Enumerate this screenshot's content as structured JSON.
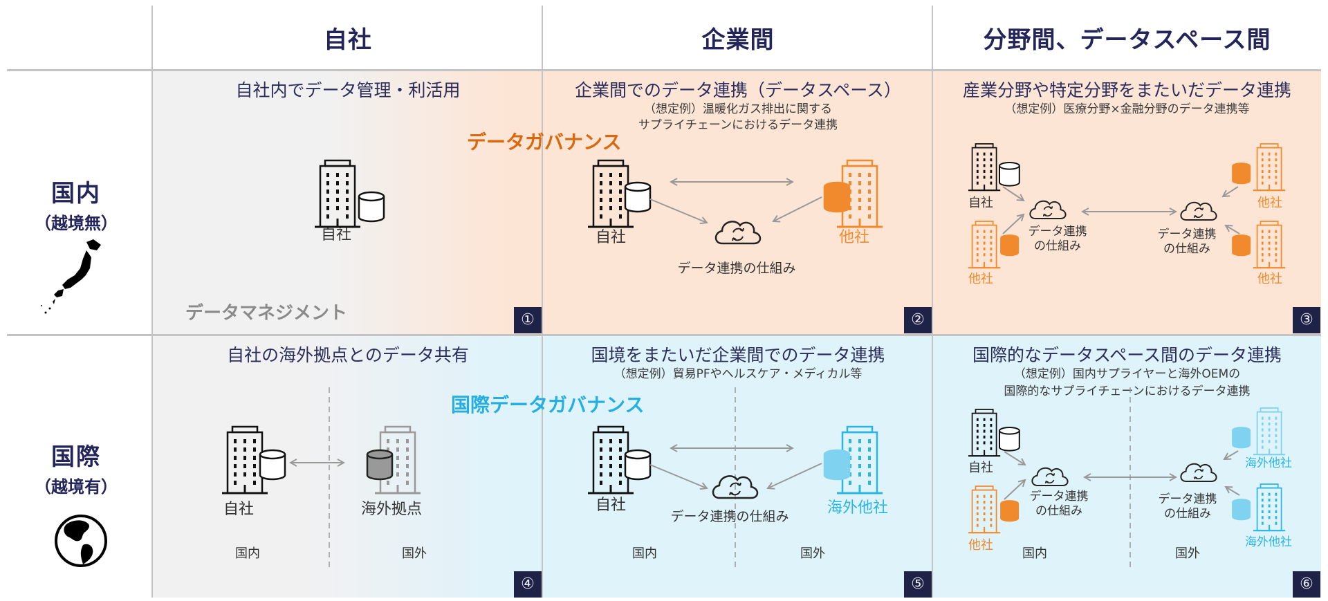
{
  "columns": [
    {
      "label": "自社"
    },
    {
      "label": "企業間"
    },
    {
      "label": "分野間、データスペース間"
    }
  ],
  "rows": [
    {
      "label": "国内",
      "sub": "（越境無）",
      "icon": "japan-map-icon"
    },
    {
      "label": "国際",
      "sub": "（越境有）",
      "icon": "globe-icon"
    }
  ],
  "overlays": {
    "data_governance": "データガバナンス",
    "intl_data_governance": "国際データガバナンス",
    "data_management": "データマネジメント"
  },
  "colors": {
    "navy": "#23245a",
    "orange": "#f08a2c",
    "orange_dark": "#d9690f",
    "blue": "#2bb5e6",
    "peach_bg": "#fde5d5",
    "lightblue_bg": "#dff3fb",
    "gray_bg": "#f1f1f1",
    "badge": "#1f2247"
  },
  "cells": [
    {
      "badge": "①",
      "title": "自社内でデータ管理・利活用",
      "labels": {
        "own": "自社"
      }
    },
    {
      "badge": "②",
      "title": "企業間でのデータ連携（データスペース）",
      "sub1": "（想定例）温暖化ガス排出に関する",
      "sub2": "サプライチェーンにおけるデータ連携",
      "labels": {
        "own": "自社",
        "other": "他社",
        "mechanism": "データ連携の仕組み"
      }
    },
    {
      "badge": "③",
      "title": "産業分野や特定分野をまたいだデータ連携",
      "sub1": "（想定例）医療分野×金融分野のデータ連携等",
      "labels": {
        "own": "自社",
        "other1": "他社",
        "other2": "他社",
        "other3": "他社",
        "mech1_l1": "データ連携",
        "mech1_l2": "の仕組み",
        "mech2_l1": "データ連携",
        "mech2_l2": "の仕組み"
      }
    },
    {
      "badge": "④",
      "title": "自社の海外拠点とのデータ共有",
      "labels": {
        "own": "自社",
        "overseas_base": "海外拠点",
        "domestic": "国内",
        "overseas": "国外"
      }
    },
    {
      "badge": "⑤",
      "title": "国境をまたいだ企業間でのデータ連携",
      "sub1": "（想定例）貿易PFやヘルスケア・メディカル等",
      "labels": {
        "own": "自社",
        "other": "海外他社",
        "mechanism": "データ連携の仕組み",
        "domestic": "国内",
        "overseas": "国外"
      }
    },
    {
      "badge": "⑥",
      "title": "国際的なデータスペース間のデータ連携",
      "sub1": "（想定例）国内サプライヤーと海外OEMの",
      "sub2": "国際的なサプライチェーンにおけるデータ連携",
      "labels": {
        "own": "自社",
        "other": "他社",
        "overseas1": "海外他社",
        "overseas2": "海外他社",
        "mech1_l1": "データ連携",
        "mech1_l2": "の仕組み",
        "mech2_l1": "データ連携",
        "mech2_l2": "の仕組み",
        "domestic": "国内",
        "overseas": "国外"
      }
    }
  ]
}
